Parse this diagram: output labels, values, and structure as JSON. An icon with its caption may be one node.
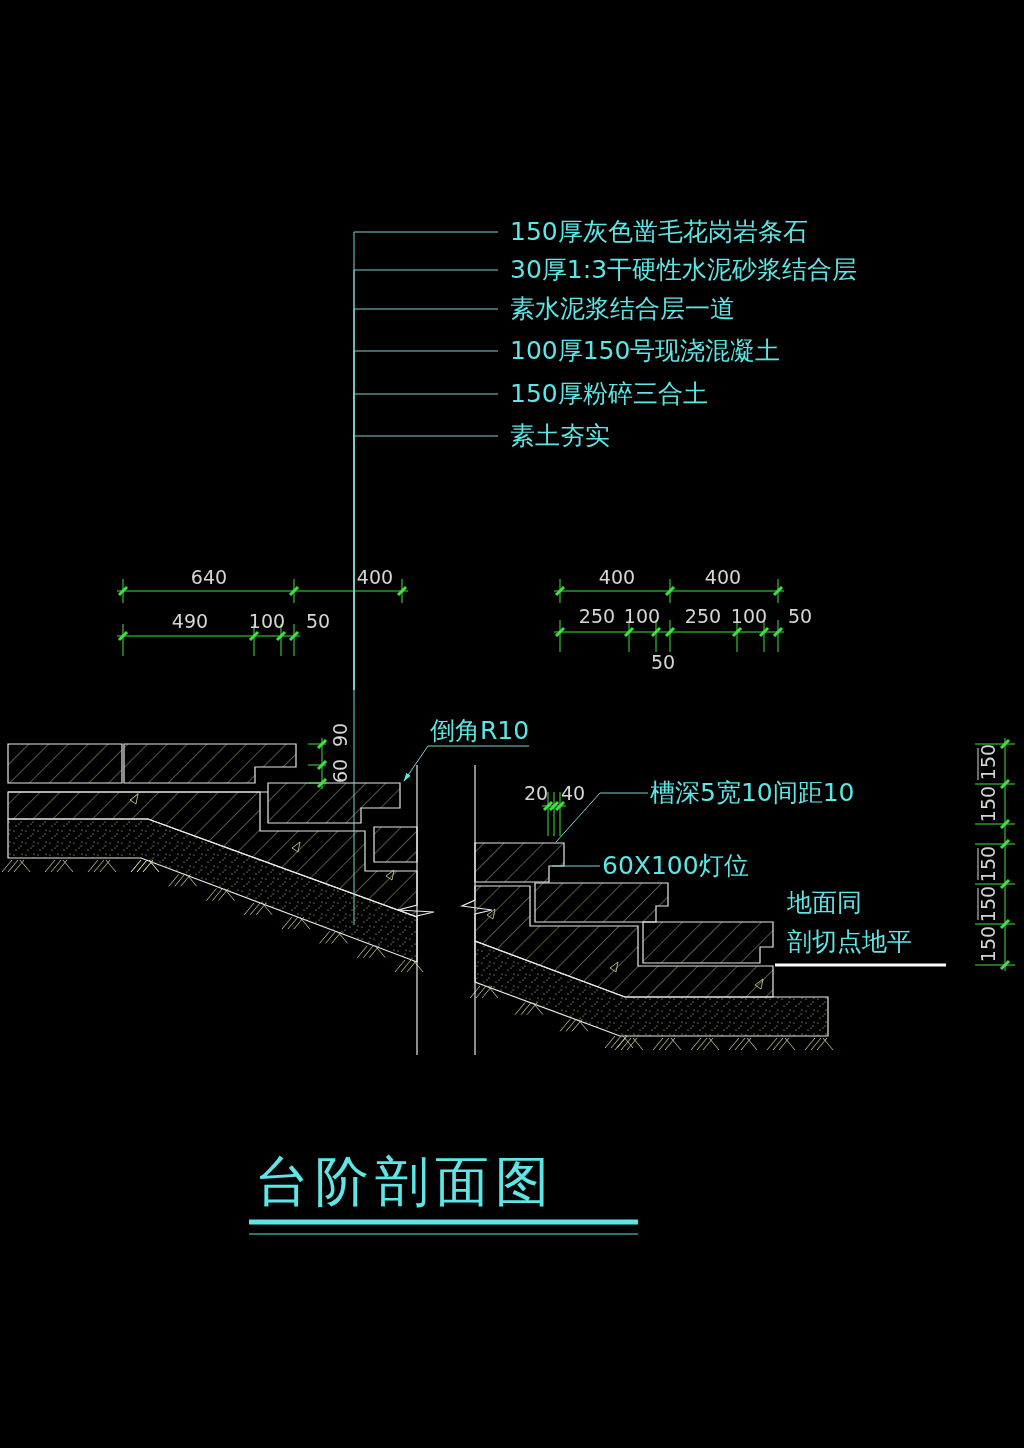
{
  "diagram": {
    "title": "台阶剖面图",
    "nodes": [
      {
        "text": [
          "150厚灰色凿毛花岗岩条石"
        ]
      },
      {
        "text": [
          "30厚1:3干硬性水泥砂浆结合层"
        ]
      },
      {
        "text": [
          "素水泥浆结合层一道"
        ]
      },
      {
        "text": [
          "100厚150号现浇混凝土"
        ]
      },
      {
        "text": [
          "150厚粉碎三合土"
        ]
      },
      {
        "text": [
          "素土夯实"
        ]
      },
      {
        "text": [
          "倒角R10"
        ]
      },
      {
        "text": [
          "槽深5宽10间距10"
        ]
      },
      {
        "text": [
          "60X100灯位"
        ]
      }
    ],
    "edges": [
      {
        "from": 0,
        "to": null,
        "arrow": "none"
      },
      {
        "from": 1,
        "to": null,
        "arrow": "none"
      },
      {
        "from": 2,
        "to": null,
        "arrow": "none"
      },
      {
        "from": 3,
        "to": null,
        "arrow": "none"
      },
      {
        "from": 4,
        "to": null,
        "arrow": "none"
      },
      {
        "from": 5,
        "to": null,
        "arrow": "none"
      },
      {
        "from": 6,
        "to": null,
        "arrow": "to"
      },
      {
        "from": 7,
        "to": null,
        "arrow": "none"
      },
      {
        "from": 8,
        "to": null,
        "arrow": "none"
      }
    ],
    "labels": [
      "640",
      "400",
      "400",
      "400",
      "490",
      "100",
      "50",
      "250",
      "100",
      "250",
      "100",
      "50",
      "50",
      "90",
      "150",
      "60",
      "20",
      "40",
      "150",
      "150",
      "地面同",
      "150",
      "剖切点地平",
      "150"
    ]
  }
}
